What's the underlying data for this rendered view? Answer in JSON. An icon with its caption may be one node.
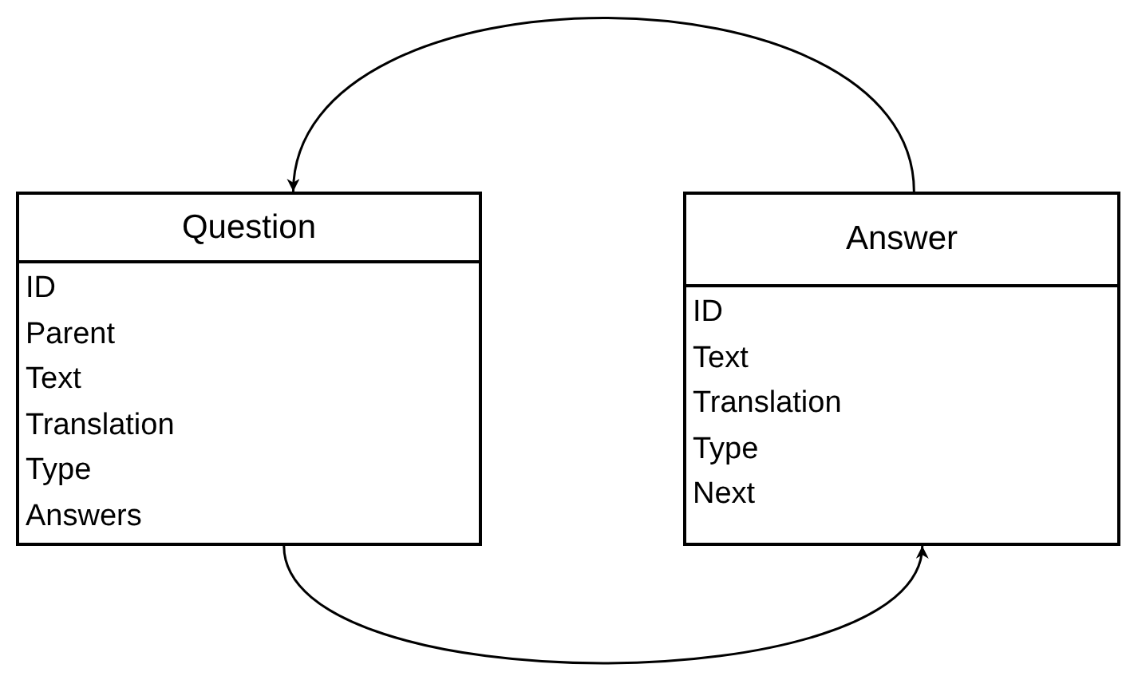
{
  "diagram": {
    "nodes": [
      {
        "text": [
          "Question",
          "ID",
          "Parent",
          "Text",
          "Translation",
          "Type",
          "Answers"
        ]
      },
      {
        "text": [
          "Answer",
          "ID",
          "Text",
          "Translation",
          "Type",
          "Next"
        ]
      }
    ],
    "edges": [
      {
        "from": 1,
        "to": 0,
        "arrow": "to"
      },
      {
        "from": 0,
        "to": 1,
        "arrow": "to"
      }
    ]
  }
}
